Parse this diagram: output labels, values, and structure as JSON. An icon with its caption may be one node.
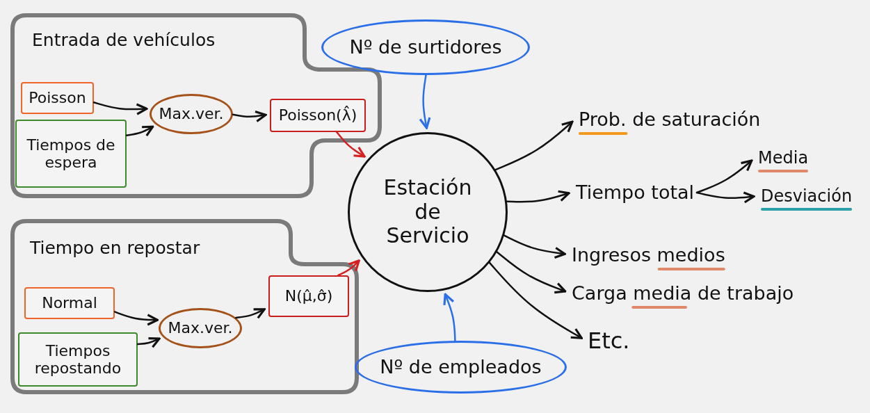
{
  "diagram": {
    "nodes": [
      {
        "text": [
          "Entrada de vehículos"
        ]
      },
      {
        "text": [
          "Poisson"
        ],
        "in": 0
      },
      {
        "text": [
          "Tiempos de espera"
        ],
        "in": 0
      },
      {
        "text": [
          "Max.ver."
        ],
        "in": 0
      },
      {
        "text": [
          "Poisson(λ̂)"
        ],
        "in": 0
      },
      {
        "text": [
          "Tiempo en repostar"
        ]
      },
      {
        "text": [
          "Normal"
        ],
        "in": 5
      },
      {
        "text": [
          "Tiempos repostando"
        ],
        "in": 5
      },
      {
        "text": [
          "Max.ver."
        ],
        "in": 5
      },
      {
        "text": [
          "N(μ̂,σ̂)"
        ],
        "in": 5
      },
      {
        "text": [
          "Nº de surtidores"
        ]
      },
      {
        "text": [
          "Nº de empleados"
        ]
      },
      {
        "text": [
          "Estación de Servicio"
        ]
      },
      {
        "text": [
          "Prob. de saturación"
        ]
      },
      {
        "text": [
          "Tiempo total"
        ]
      },
      {
        "text": [
          "Media"
        ]
      },
      {
        "text": [
          "Desviación"
        ]
      },
      {
        "text": [
          "Ingresos medios"
        ]
      },
      {
        "text": [
          "Carga media de trabajo"
        ]
      },
      {
        "text": [
          "Etc."
        ]
      }
    ],
    "edges": [
      {
        "from": 1,
        "to": 3,
        "arrow": "to"
      },
      {
        "from": 2,
        "to": 3,
        "arrow": "to"
      },
      {
        "from": 3,
        "to": 4,
        "arrow": "to"
      },
      {
        "from": 4,
        "to": 12,
        "arrow": "to",
        "color": "#d42020"
      },
      {
        "from": 6,
        "to": 8,
        "arrow": "to"
      },
      {
        "from": 7,
        "to": 8,
        "arrow": "to"
      },
      {
        "from": 8,
        "to": 9,
        "arrow": "to"
      },
      {
        "from": 9,
        "to": 12,
        "arrow": "to",
        "color": "#d42020"
      },
      {
        "from": 10,
        "to": 12,
        "arrow": "to",
        "color": "#2a6fe8"
      },
      {
        "from": 11,
        "to": 12,
        "arrow": "to",
        "color": "#2a6fe8"
      },
      {
        "from": 12,
        "to": 13,
        "arrow": "to"
      },
      {
        "from": 12,
        "to": 14,
        "arrow": "to"
      },
      {
        "from": 14,
        "to": 15,
        "arrow": "to"
      },
      {
        "from": 14,
        "to": 16,
        "arrow": "to"
      },
      {
        "from": 12,
        "to": 17,
        "arrow": "to"
      },
      {
        "from": 12,
        "to": 18,
        "arrow": "to"
      },
      {
        "from": 12,
        "to": 19,
        "arrow": "to"
      }
    ]
  }
}
